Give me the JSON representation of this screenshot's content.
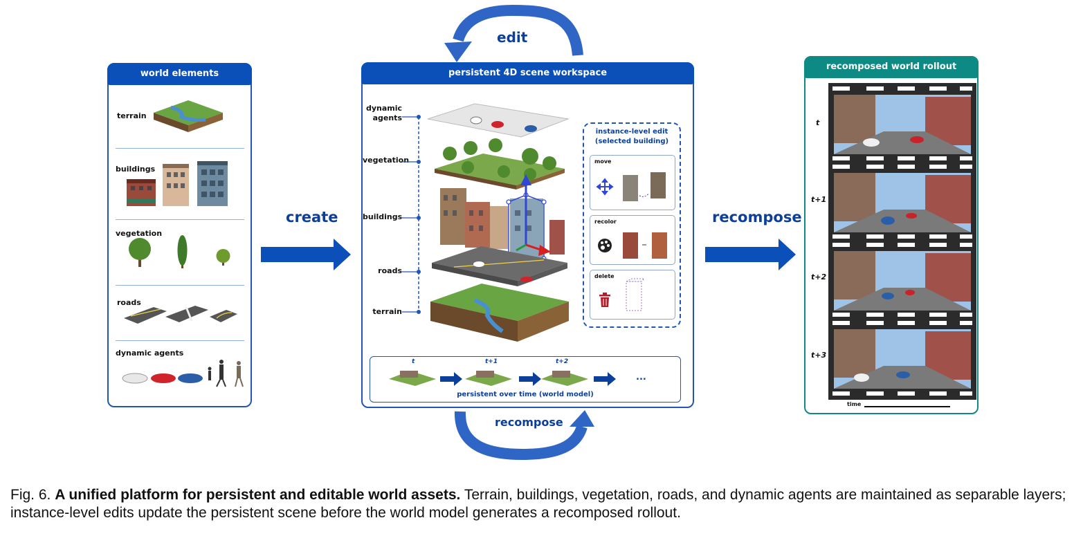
{
  "world_elements": {
    "title": "world elements",
    "items": [
      {
        "label": "terrain"
      },
      {
        "label": "buildings"
      },
      {
        "label": "vegetation"
      },
      {
        "label": "roads"
      },
      {
        "label": "dynamic agents"
      }
    ]
  },
  "arrows": {
    "create": "create",
    "recompose_right": "recompose",
    "edit_top": "edit",
    "recompose_bottom": "recompose"
  },
  "workspace": {
    "title": "persistent 4D scene workspace",
    "layers": [
      "dynamic agents",
      "vegetation",
      "buildings",
      "roads",
      "terrain"
    ],
    "instance_edit": {
      "title_line1": "instance-level edit",
      "title_line2": "(selected building)",
      "cards": [
        "move",
        "recolor",
        "delete"
      ]
    },
    "timeline": {
      "steps": [
        "t",
        "t+1",
        "t+2"
      ],
      "ellipsis": "...",
      "caption": "persistent over time (world model)"
    }
  },
  "rollout": {
    "title": "recomposed world rollout",
    "frames": [
      "t",
      "t+1",
      "t+2",
      "t+3"
    ],
    "time_label": "time"
  },
  "caption": {
    "prefix": "Fig. 6. ",
    "bold": "A unified platform for persistent and editable world assets.",
    "rest": " Terrain, buildings, vegetation, roads, and dynamic agents are maintained as separable layers; instance-level edits update the persistent scene before the world model generates a recomposed rollout."
  },
  "colors": {
    "primary_blue": "#0b4fb8",
    "rollout_teal": "#0e8a85",
    "text_blue": "#0b3f9a"
  }
}
